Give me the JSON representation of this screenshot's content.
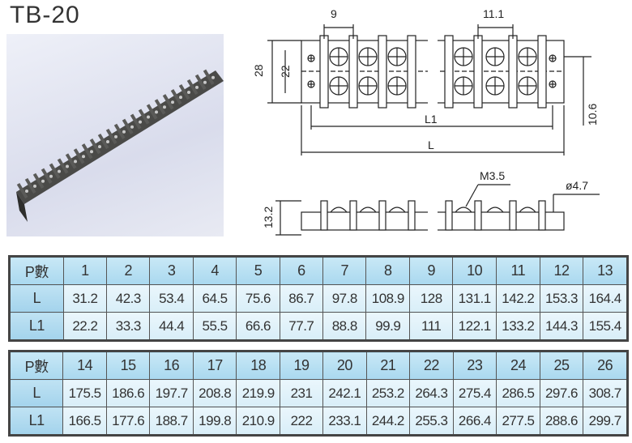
{
  "title": "TB-20",
  "drawing": {
    "pitch_label": "9",
    "pitch2_label": "11.1",
    "height_label": "28",
    "inner_height_label": "22",
    "mount_label": "10.6",
    "l1_label": "L1",
    "l_label": "L",
    "screw_label": "M3.5",
    "hole_label": "ø4.7",
    "side_height_label": "13.2"
  },
  "tables": [
    {
      "header_label": "P數",
      "p": [
        "1",
        "2",
        "3",
        "4",
        "5",
        "6",
        "7",
        "8",
        "9",
        "10",
        "11",
        "12",
        "13"
      ],
      "rows": [
        {
          "label": "L",
          "values": [
            "31.2",
            "42.3",
            "53.4",
            "64.5",
            "75.6",
            "86.7",
            "97.8",
            "108.9",
            "128",
            "131.1",
            "142.2",
            "153.3",
            "164.4"
          ]
        },
        {
          "label": "L1",
          "values": [
            "22.2",
            "33.3",
            "44.4",
            "55.5",
            "66.6",
            "77.7",
            "88.8",
            "99.9",
            "111",
            "122.1",
            "133.2",
            "144.3",
            "155.4"
          ]
        }
      ]
    },
    {
      "header_label": "P數",
      "p": [
        "14",
        "15",
        "16",
        "17",
        "18",
        "19",
        "20",
        "21",
        "22",
        "23",
        "24",
        "25",
        "26"
      ],
      "rows": [
        {
          "label": "L",
          "values": [
            "175.5",
            "186.6",
            "197.7",
            "208.8",
            "219.9",
            "231",
            "242.1",
            "253.2",
            "264.3",
            "275.4",
            "286.5",
            "297.6",
            "308.7"
          ]
        },
        {
          "label": "L1",
          "values": [
            "166.5",
            "177.6",
            "188.7",
            "199.8",
            "210.9",
            "222",
            "233.1",
            "244.2",
            "255.3",
            "266.4",
            "277.5",
            "288.6",
            "299.7"
          ]
        }
      ]
    }
  ]
}
